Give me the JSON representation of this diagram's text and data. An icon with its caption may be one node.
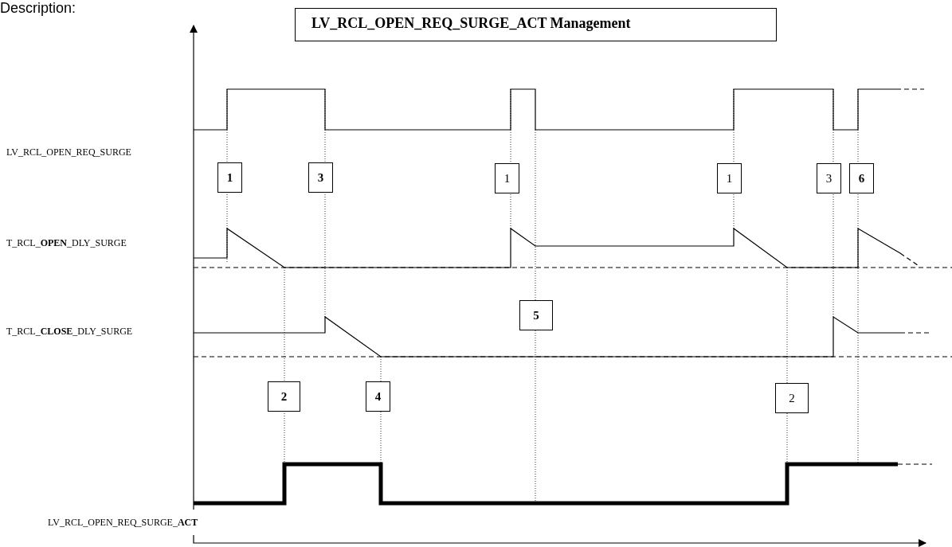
{
  "diagram": {
    "title": "LV_RCL_OPEN_REQ_SURGE_ACT Management",
    "nodes": [
      {
        "text": [
          "1"
        ]
      },
      {
        "text": [
          "3"
        ]
      },
      {
        "text": [
          "1"
        ]
      },
      {
        "text": [
          "1"
        ]
      },
      {
        "text": [
          "3"
        ]
      },
      {
        "text": [
          "6"
        ]
      },
      {
        "text": [
          "5"
        ]
      },
      {
        "text": [
          "2"
        ]
      },
      {
        "text": [
          "4"
        ]
      },
      {
        "text": [
          "2"
        ]
      }
    ],
    "labels": [
      "Description:",
      "LV_RCL_OPEN_REQ_SURGE",
      "T_RCL_**OPEN**_DLY_SURGE",
      "T_RCL_**CLOSE**_DLY_SURGE",
      "LV_RCL_OPEN_REQ_SURGE_**ACT**"
    ]
  }
}
